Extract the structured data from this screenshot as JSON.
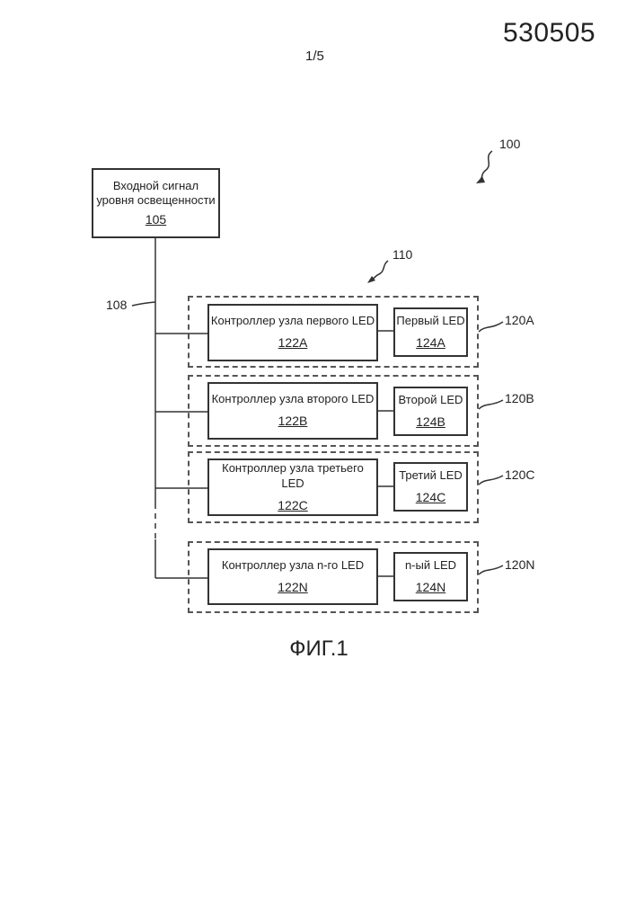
{
  "header": {
    "doc_number": "530505",
    "page": "1/5"
  },
  "diagram": {
    "ref_system": "100",
    "input_box": {
      "line1": "Входной сигнал",
      "line2": "уровня освещенности",
      "ref": "105"
    },
    "bus_ref": "108",
    "group_ref": "110",
    "nodes": [
      {
        "ref": "120A",
        "controller": "Контроллер узла первого LED",
        "controller_ref": "122A",
        "led": "Первый LED",
        "led_ref": "124A"
      },
      {
        "ref": "120B",
        "controller": "Контроллер узла второго LED",
        "controller_ref": "122B",
        "led": "Второй LED",
        "led_ref": "124B"
      },
      {
        "ref": "120C",
        "controller": "Контроллер узла третьего LED",
        "controller_ref": "122C",
        "led": "Третий LED",
        "led_ref": "124C"
      },
      {
        "ref": "120N",
        "controller": "Контроллер узла n-го LED",
        "controller_ref": "122N",
        "led": "n-ый LED",
        "led_ref": "124N"
      }
    ]
  },
  "caption": "ФИГ.1"
}
